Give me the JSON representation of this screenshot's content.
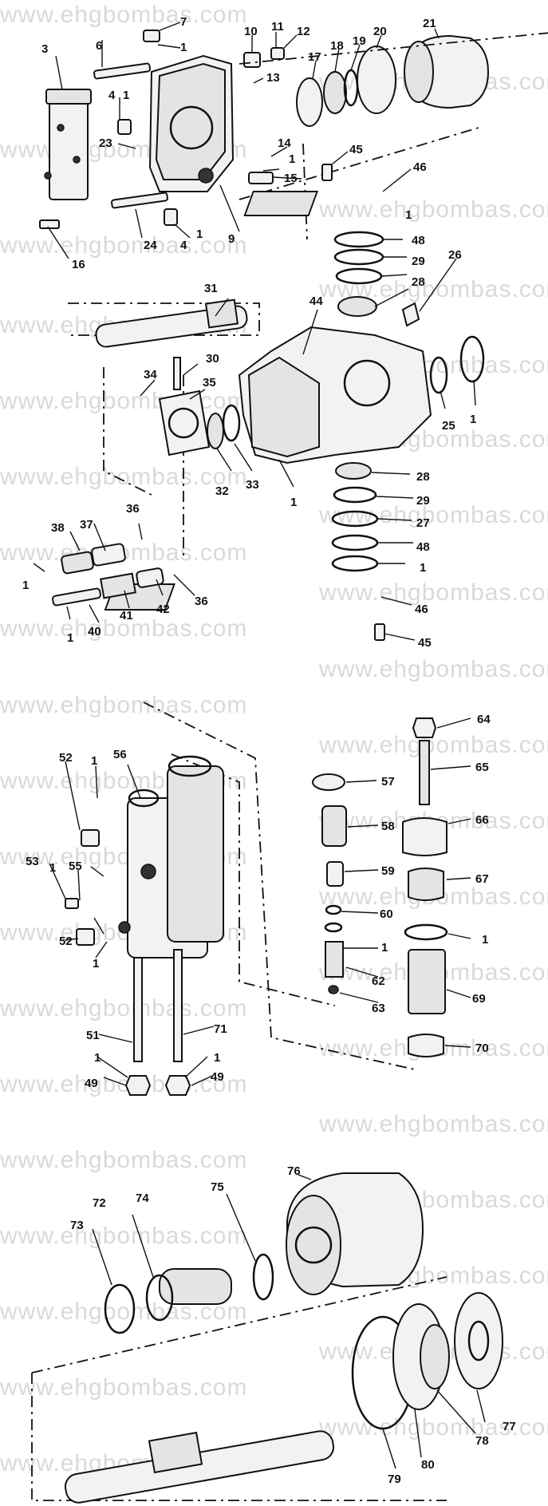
{
  "watermark": "www.ehgbombas.com",
  "part_numbers": [
    {
      "id": "p7",
      "label": "7"
    },
    {
      "id": "p1a",
      "label": "1"
    },
    {
      "id": "p6",
      "label": "6"
    },
    {
      "id": "p3",
      "label": "3"
    },
    {
      "id": "p4a",
      "label": "4"
    },
    {
      "id": "p1b",
      "label": "1"
    },
    {
      "id": "p10",
      "label": "10"
    },
    {
      "id": "p11",
      "label": "11"
    },
    {
      "id": "p12",
      "label": "12"
    },
    {
      "id": "p13",
      "label": "13"
    },
    {
      "id": "p17",
      "label": "17"
    },
    {
      "id": "p18",
      "label": "18"
    },
    {
      "id": "p19",
      "label": "19"
    },
    {
      "id": "p20",
      "label": "20"
    },
    {
      "id": "p21",
      "label": "21"
    },
    {
      "id": "p23",
      "label": "23"
    },
    {
      "id": "p14",
      "label": "14"
    },
    {
      "id": "p1c",
      "label": "1"
    },
    {
      "id": "p15",
      "label": "15"
    },
    {
      "id": "p45a",
      "label": "45"
    },
    {
      "id": "p46a",
      "label": "46"
    },
    {
      "id": "p24",
      "label": "24"
    },
    {
      "id": "p4b",
      "label": "4"
    },
    {
      "id": "p1d",
      "label": "1"
    },
    {
      "id": "p9",
      "label": "9"
    },
    {
      "id": "p16",
      "label": "16"
    },
    {
      "id": "p1e",
      "label": "1"
    },
    {
      "id": "p48a",
      "label": "48"
    },
    {
      "id": "p29a",
      "label": "29"
    },
    {
      "id": "p26",
      "label": "26"
    },
    {
      "id": "p28a",
      "label": "28"
    },
    {
      "id": "p31",
      "label": "31"
    },
    {
      "id": "p44",
      "label": "44"
    },
    {
      "id": "p30",
      "label": "30"
    },
    {
      "id": "p34",
      "label": "34"
    },
    {
      "id": "p35",
      "label": "35"
    },
    {
      "id": "p25",
      "label": "25"
    },
    {
      "id": "p1f",
      "label": "1"
    },
    {
      "id": "p32",
      "label": "32"
    },
    {
      "id": "p33",
      "label": "33"
    },
    {
      "id": "p1g",
      "label": "1"
    },
    {
      "id": "p28b",
      "label": "28"
    },
    {
      "id": "p36a",
      "label": "36"
    },
    {
      "id": "p29b",
      "label": "29"
    },
    {
      "id": "p38",
      "label": "38"
    },
    {
      "id": "p37",
      "label": "37"
    },
    {
      "id": "p27",
      "label": "27"
    },
    {
      "id": "p48b",
      "label": "48"
    },
    {
      "id": "p1h",
      "label": "1"
    },
    {
      "id": "p1i",
      "label": "1"
    },
    {
      "id": "p36b",
      "label": "36"
    },
    {
      "id": "p46b",
      "label": "46"
    },
    {
      "id": "p41",
      "label": "41"
    },
    {
      "id": "p42",
      "label": "42"
    },
    {
      "id": "p1j",
      "label": "1"
    },
    {
      "id": "p40",
      "label": "40"
    },
    {
      "id": "p45b",
      "label": "45"
    },
    {
      "id": "p64",
      "label": "64"
    },
    {
      "id": "p52a",
      "label": "52"
    },
    {
      "id": "p1k",
      "label": "1"
    },
    {
      "id": "p56",
      "label": "56"
    },
    {
      "id": "p65",
      "label": "65"
    },
    {
      "id": "p57",
      "label": "57"
    },
    {
      "id": "p66",
      "label": "66"
    },
    {
      "id": "p58",
      "label": "58"
    },
    {
      "id": "p53",
      "label": "53"
    },
    {
      "id": "p1l",
      "label": "1"
    },
    {
      "id": "p55",
      "label": "55"
    },
    {
      "id": "p59",
      "label": "59"
    },
    {
      "id": "p67",
      "label": "67"
    },
    {
      "id": "p60",
      "label": "60"
    },
    {
      "id": "p1m",
      "label": "1"
    },
    {
      "id": "p1n",
      "label": "1"
    },
    {
      "id": "p52b",
      "label": "52"
    },
    {
      "id": "p1o",
      "label": "1"
    },
    {
      "id": "p62",
      "label": "62"
    },
    {
      "id": "p69",
      "label": "69"
    },
    {
      "id": "p63",
      "label": "63"
    },
    {
      "id": "p71",
      "label": "71"
    },
    {
      "id": "p51",
      "label": "51"
    },
    {
      "id": "p70",
      "label": "70"
    },
    {
      "id": "p1p",
      "label": "1"
    },
    {
      "id": "p1q",
      "label": "1"
    },
    {
      "id": "p49a",
      "label": "49"
    },
    {
      "id": "p49b",
      "label": "49"
    },
    {
      "id": "p76",
      "label": "76"
    },
    {
      "id": "p75",
      "label": "75"
    },
    {
      "id": "p72",
      "label": "72"
    },
    {
      "id": "p74",
      "label": "74"
    },
    {
      "id": "p73",
      "label": "73"
    },
    {
      "id": "p77",
      "label": "77"
    },
    {
      "id": "p78",
      "label": "78"
    },
    {
      "id": "p79",
      "label": "79"
    },
    {
      "id": "p80",
      "label": "80"
    }
  ]
}
